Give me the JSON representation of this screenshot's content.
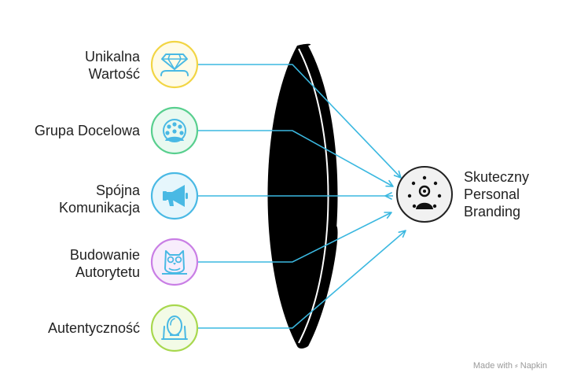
{
  "inputs": [
    {
      "lines": [
        "Unikalna",
        "Wartość"
      ],
      "icon": "diamond-icon",
      "color": "#f2d544",
      "fill": "#fffbe6"
    },
    {
      "lines": [
        "Grupa Docelowa"
      ],
      "icon": "group-icon",
      "color": "#58cf8e",
      "fill": "#e9f9f0"
    },
    {
      "lines": [
        "Spójna",
        "Komunikacja"
      ],
      "icon": "megaphone-icon",
      "color": "#49b9e4",
      "fill": "#e6f6fc"
    },
    {
      "lines": [
        "Budowanie",
        "Autorytetu"
      ],
      "icon": "owl-icon",
      "color": "#c97ee5",
      "fill": "#f8edfc"
    },
    {
      "lines": [
        "Autentyczność"
      ],
      "icon": "mirror-icon",
      "color": "#a8d84e",
      "fill": "#f3fbe6"
    }
  ],
  "output": {
    "lines": [
      "Skuteczny",
      "Personal",
      "Branding"
    ],
    "icon": "person-network-icon"
  },
  "colors": {
    "arrow": "#3bb8e0",
    "lens": "#000000",
    "icon_line": "#49b9e4"
  },
  "credit": {
    "text": "Made with",
    "brand": "Napkin"
  }
}
